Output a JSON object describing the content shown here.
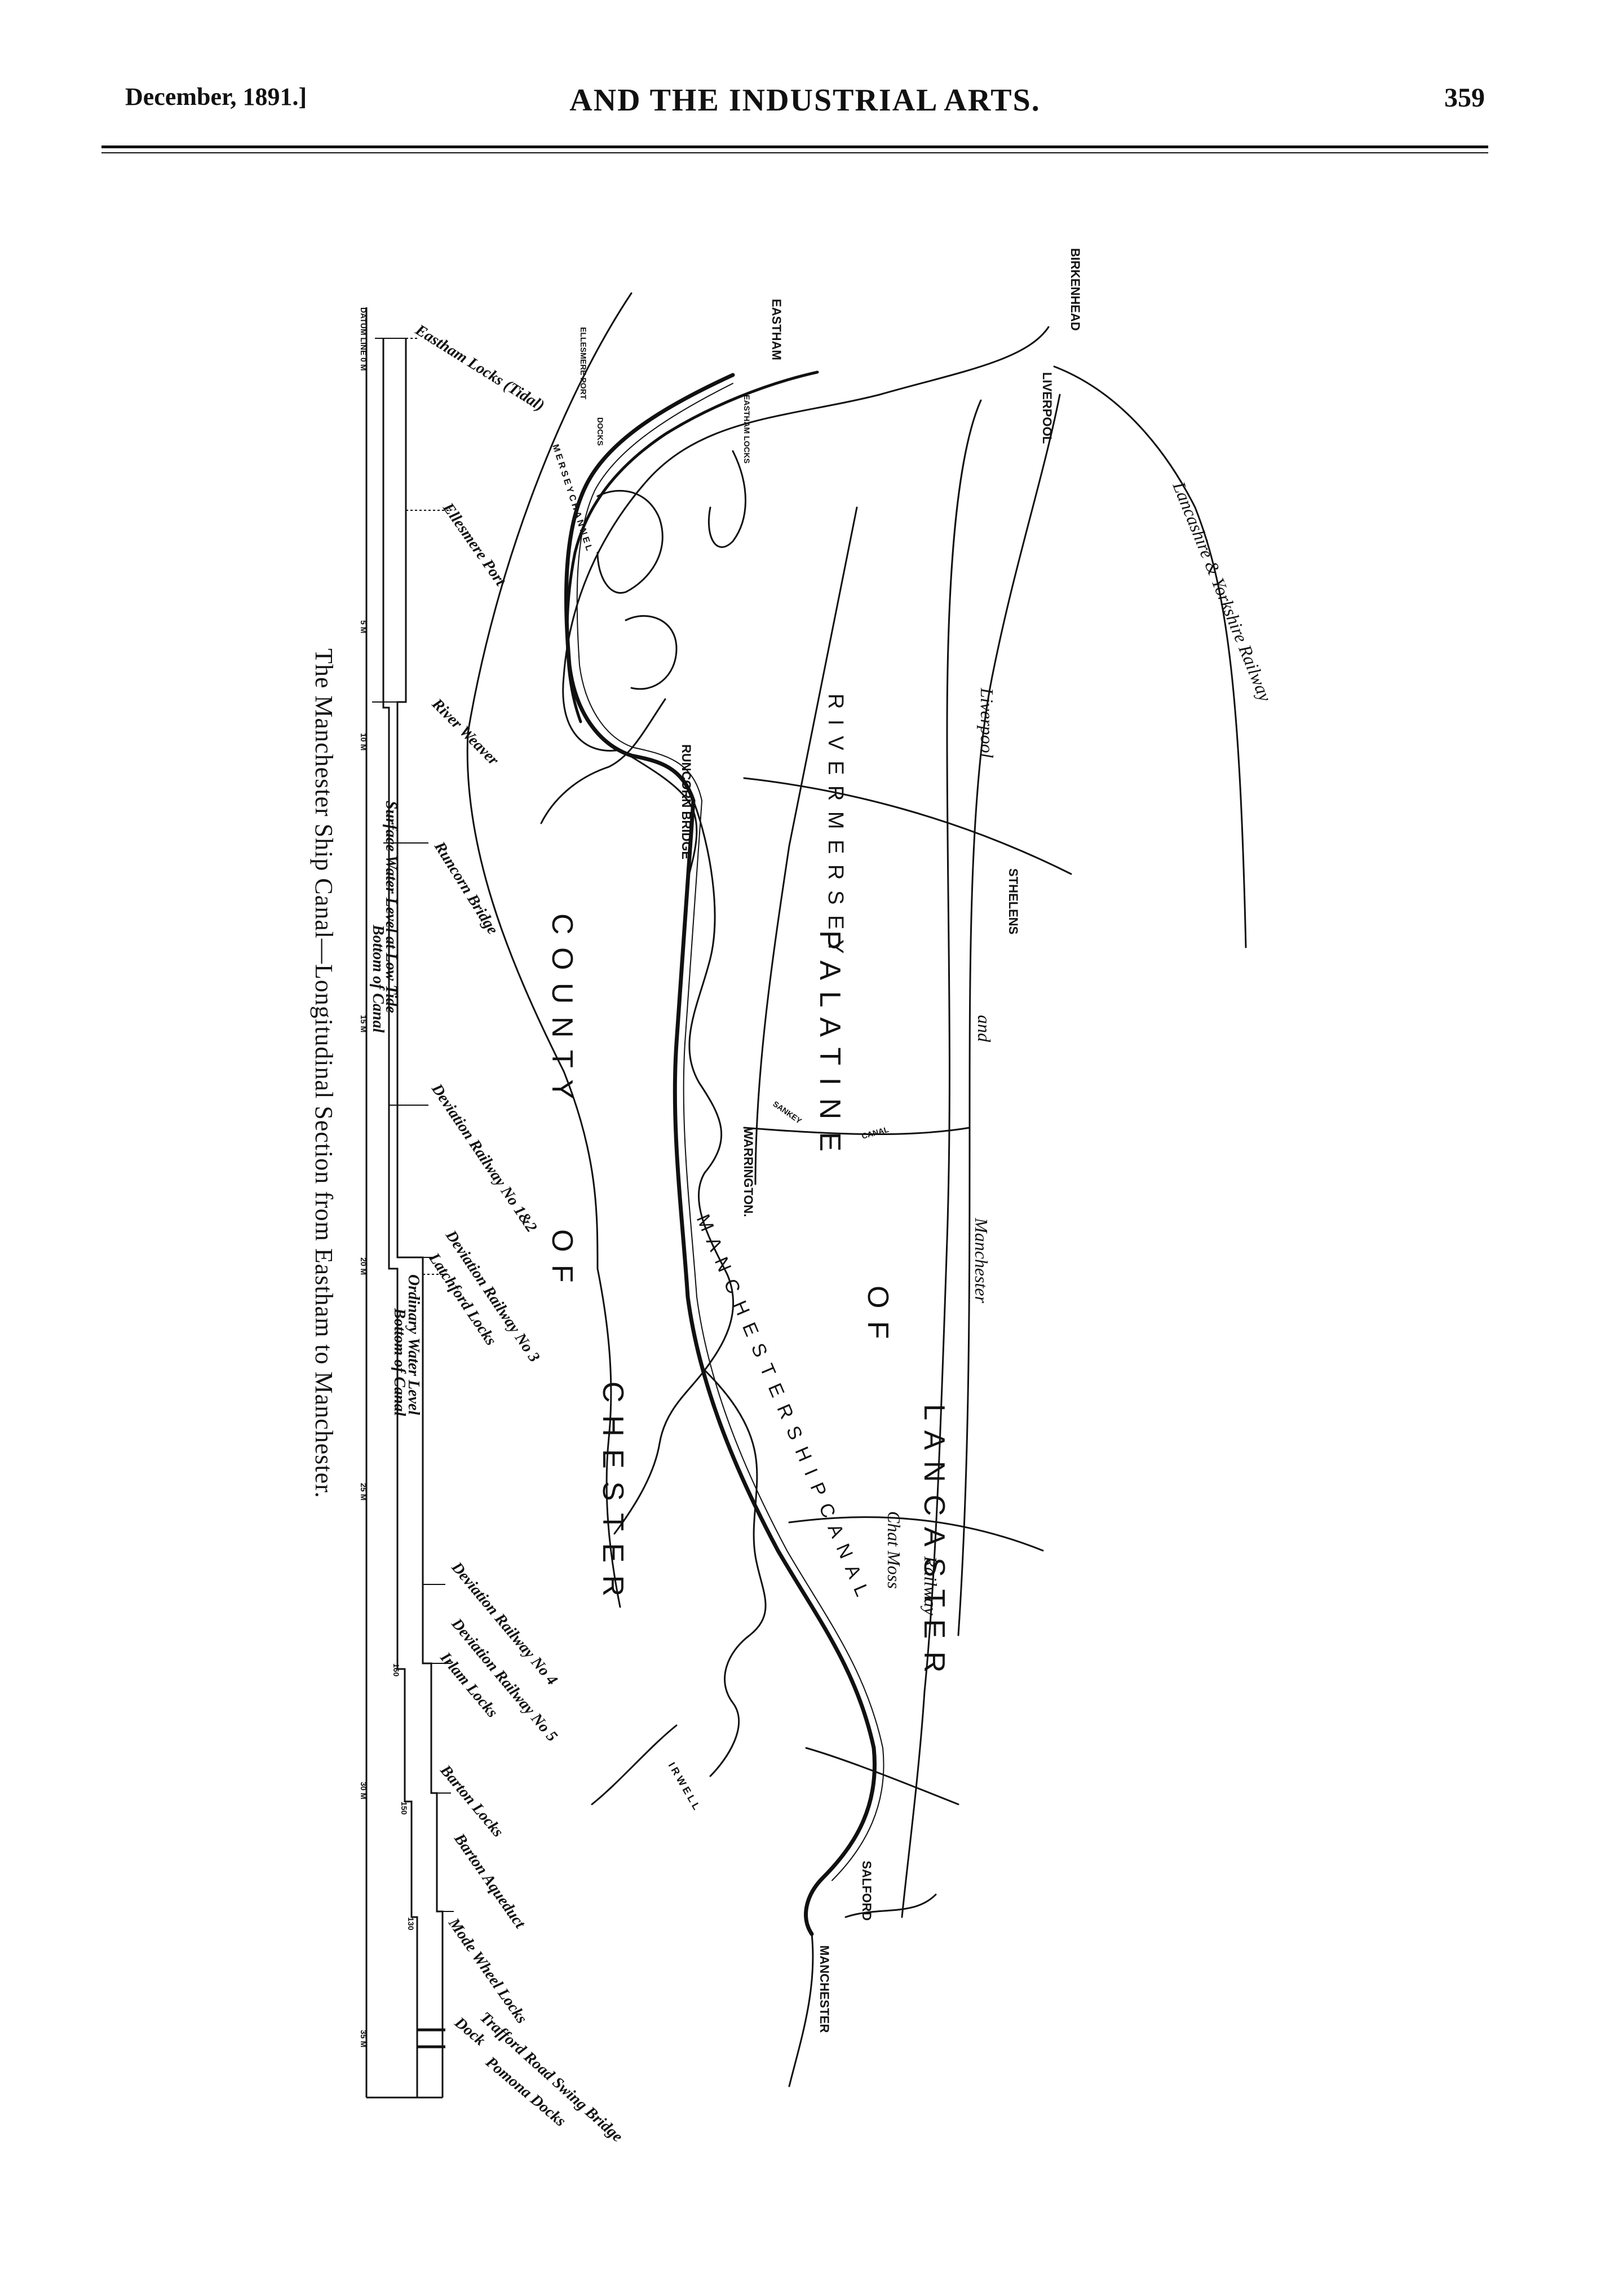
{
  "header": {
    "date": "December, 1891.]",
    "title": "AND THE INDUSTRIAL ARTS.",
    "page_number": "359"
  },
  "caption": "The Manchester Ship Canal—Longitudinal Section from Eastham to Manchester.",
  "map": {
    "places": {
      "birkenhead": "BIRKENHEAD",
      "liverpool": "LIVERPOOL",
      "eastham": "EASTHAM",
      "eastham_locks": "EASTHAM LOCKS",
      "docks": "DOCKS",
      "ellesmere_port": "ELLESMERE PORT",
      "runcorn_bridge": "RUNCORN BRIDGE",
      "sankey": "SANKEY",
      "canal": "CANAL",
      "warrington": "WARRINGTON.",
      "salford": "SALFORD",
      "manchester": "MANCHESTER",
      "sthelens": "STHELENS"
    },
    "regions": {
      "river_mersey": "R I V E R   M E R S E Y",
      "mersey_channel": "M E R S E Y   C H A N N E L",
      "county": "C O U N T Y",
      "of": "O F",
      "chester": "C H E S T E R",
      "palatine": "P A L A T I N E",
      "of_lancaster": "O F",
      "lancaster": "L A N C A S T E R",
      "ship_canal": "M A N C H E S T E R   S H I P   C A N A L"
    },
    "railways": {
      "lancs_yorks": "Lancashire & Yorkshire Railway",
      "liverpool_word": "Liverpool",
      "and_word": "and",
      "manchester_word": "Manchester",
      "railway_word": "Railway",
      "chat_moss": "Chat Moss",
      "irwell": "I R W E L L"
    }
  },
  "section": {
    "labels": {
      "eastham_locks": "Eastham Locks (Tidal)",
      "ellesmere_port": "Ellesmere Port",
      "river_weaver": "River Weaver",
      "runcorn_bridge": "Runcorn Bridge",
      "deviation_1_2": "Deviation Railway No 1&2",
      "deviation_3": "Deviation Railway No 3",
      "latchford_locks": "Latchford Locks",
      "deviation_4": "Deviation Railway No 4",
      "deviation_5": "Deviation Railway No 5",
      "irlam_locks": "Irlam Locks",
      "barton_locks": "Barton Locks",
      "barton_aqueduct": "Barton Aqueduct",
      "mode_wheel_locks": "Mode Wheel Locks",
      "trafford_road": "Trafford Road Swing Bridge",
      "pomona_docks": "Pomona Docks",
      "dock": "Dock",
      "surface_water": "Surface Water Level at Low Tide",
      "bottom_canal_1": "Bottom of Canal",
      "ordinary_water": "Ordinary Water Level",
      "bottom_canal_2": "Bottom of Canal"
    },
    "miles": [
      "DATUM LINE 0 M",
      "5 M",
      "10 M",
      "15 M",
      "20 M",
      "25 M",
      "30 M",
      "35 M"
    ],
    "levels": [
      "160",
      "150",
      "130"
    ]
  }
}
